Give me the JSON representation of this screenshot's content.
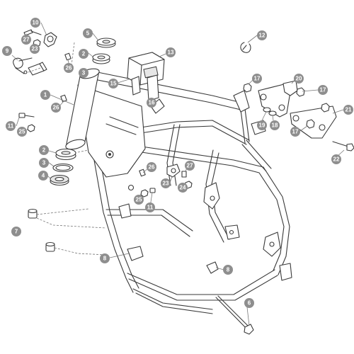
{
  "diagram": {
    "callouts": [
      {
        "id": "c10",
        "label": "10"
      },
      {
        "id": "c27a",
        "label": "27"
      },
      {
        "id": "c9",
        "label": "9"
      },
      {
        "id": "c23a",
        "label": "23"
      },
      {
        "id": "c5",
        "label": "5"
      },
      {
        "id": "c2a",
        "label": "2"
      },
      {
        "id": "c26a",
        "label": "26"
      },
      {
        "id": "c3",
        "label": "3"
      },
      {
        "id": "c13",
        "label": "13"
      },
      {
        "id": "c12",
        "label": "12"
      },
      {
        "id": "c1",
        "label": "1"
      },
      {
        "id": "c15",
        "label": "15"
      },
      {
        "id": "c16",
        "label": "16"
      },
      {
        "id": "c26b",
        "label": "26"
      },
      {
        "id": "c11a",
        "label": "11"
      },
      {
        "id": "c25a",
        "label": "25"
      },
      {
        "id": "c17a",
        "label": "17"
      },
      {
        "id": "c20",
        "label": "20"
      },
      {
        "id": "c17b",
        "label": "17"
      },
      {
        "id": "c19",
        "label": "19"
      },
      {
        "id": "c18",
        "label": "18"
      },
      {
        "id": "c21",
        "label": "21"
      },
      {
        "id": "c17c",
        "label": "17"
      },
      {
        "id": "c22",
        "label": "22"
      },
      {
        "id": "c2b",
        "label": "2"
      },
      {
        "id": "c3b",
        "label": "3"
      },
      {
        "id": "c4",
        "label": "4"
      },
      {
        "id": "c26c",
        "label": "26"
      },
      {
        "id": "c27b",
        "label": "27"
      },
      {
        "id": "c23b",
        "label": "23"
      },
      {
        "id": "c24",
        "label": "24"
      },
      {
        "id": "c25b",
        "label": "25"
      },
      {
        "id": "c11b",
        "label": "11"
      },
      {
        "id": "c7",
        "label": "7"
      },
      {
        "id": "c8a",
        "label": "8"
      },
      {
        "id": "c8b",
        "label": "8"
      },
      {
        "id": "c6",
        "label": "6"
      }
    ]
  },
  "colors": {
    "callout_fill": "#8e8e8e",
    "callout_text": "#ffffff",
    "line": "#3a3a3a",
    "background": "#ffffff"
  }
}
